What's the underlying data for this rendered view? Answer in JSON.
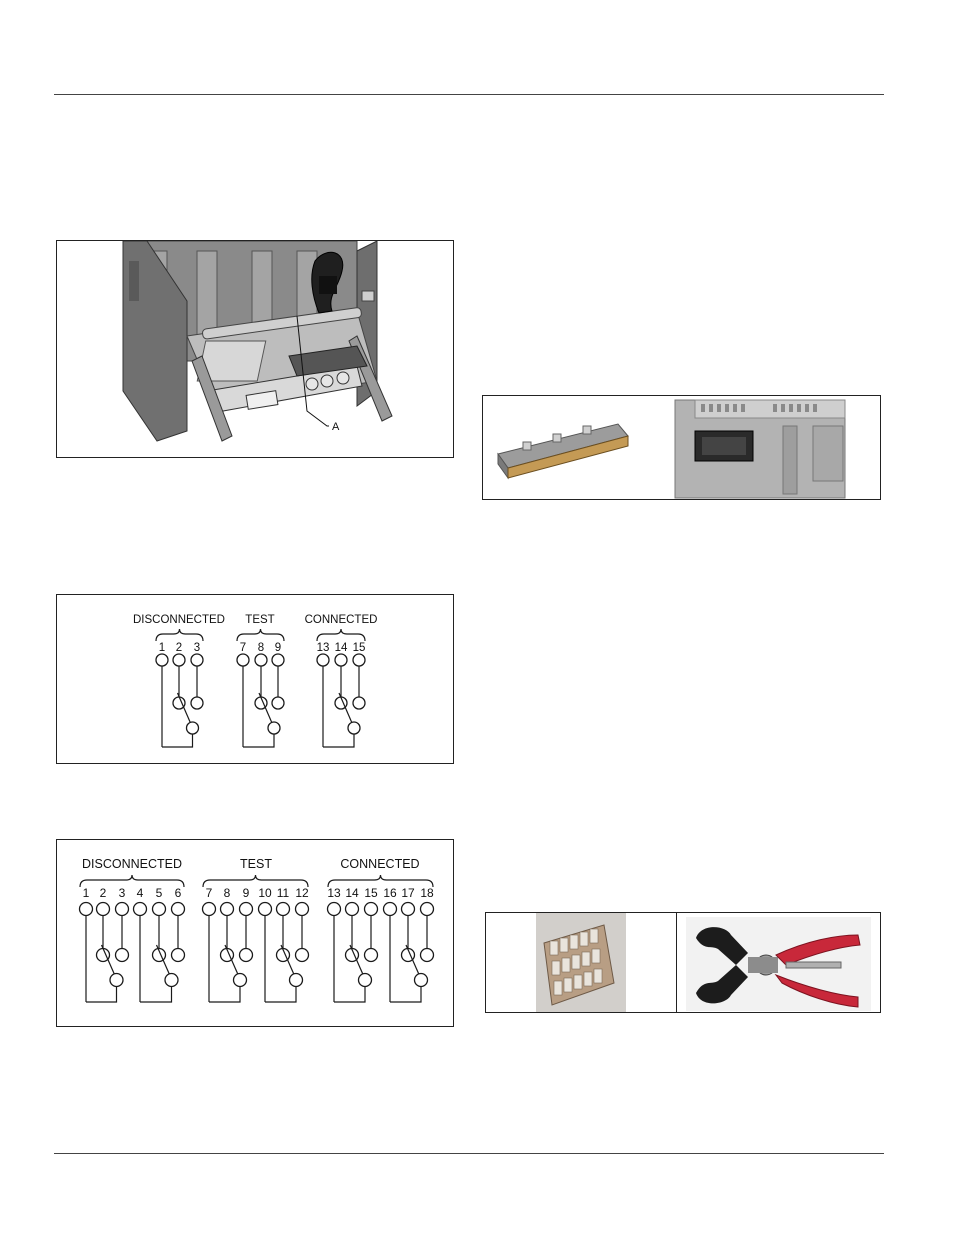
{
  "figure_cradle": {
    "callout_label": "A"
  },
  "diagram_3pos": {
    "groups": [
      {
        "label": "DISCONNECTED",
        "terminals": [
          "1",
          "2",
          "3"
        ]
      },
      {
        "label": "TEST",
        "terminals": [
          "7",
          "8",
          "9"
        ]
      },
      {
        "label": "CONNECTED",
        "terminals": [
          "13",
          "14",
          "15"
        ]
      }
    ]
  },
  "diagram_6pos": {
    "groups": [
      {
        "label": "DISCONNECTED",
        "terminals": [
          "1",
          "2",
          "3",
          "4",
          "5",
          "6"
        ]
      },
      {
        "label": "TEST",
        "terminals": [
          "7",
          "8",
          "9",
          "10",
          "11",
          "12"
        ]
      },
      {
        "label": "CONNECTED",
        "terminals": [
          "13",
          "14",
          "15",
          "16",
          "17",
          "18"
        ]
      }
    ]
  },
  "colors": {
    "line": "#1a1a1a",
    "metal_light": "#b9b9b9",
    "metal_dark": "#6d6d6d",
    "handle_red": "#c8283a"
  }
}
